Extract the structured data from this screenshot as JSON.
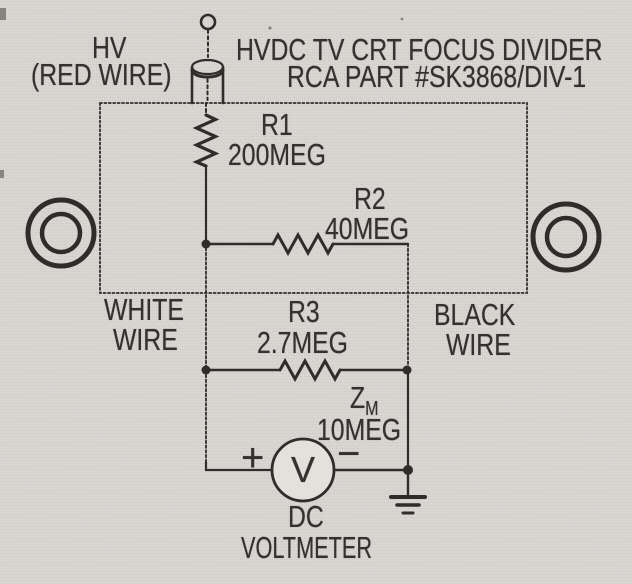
{
  "colors": {
    "paper": "#d9d7d2",
    "ink": "#2f2d2a",
    "meter_face": "#e3e1dc"
  },
  "title": {
    "line1": "HVDC TV CRT FOCUS DIVIDER",
    "line2": "RCA PART #SK3868/DIV-1"
  },
  "hv_terminal": {
    "label_line1": "HV",
    "label_line2": "(RED WIRE)"
  },
  "resistors": {
    "r1": {
      "name": "R1",
      "value": "200MEG"
    },
    "r2": {
      "name": "R2",
      "value": "40MEG"
    },
    "r3": {
      "name": "R3",
      "value": "2.7MEG"
    }
  },
  "meter_impedance": {
    "symbol": "Z",
    "subscript": "M",
    "value": "10MEG"
  },
  "voltmeter": {
    "plus": "+",
    "minus": "−",
    "dial": "V",
    "caption_line1": "DC",
    "caption_line2": "VOLTMETER"
  },
  "wire_labels": {
    "white": {
      "line1": "WHITE",
      "line2": "WIRE"
    },
    "black": {
      "line1": "BLACK",
      "line2": "WIRE"
    }
  }
}
